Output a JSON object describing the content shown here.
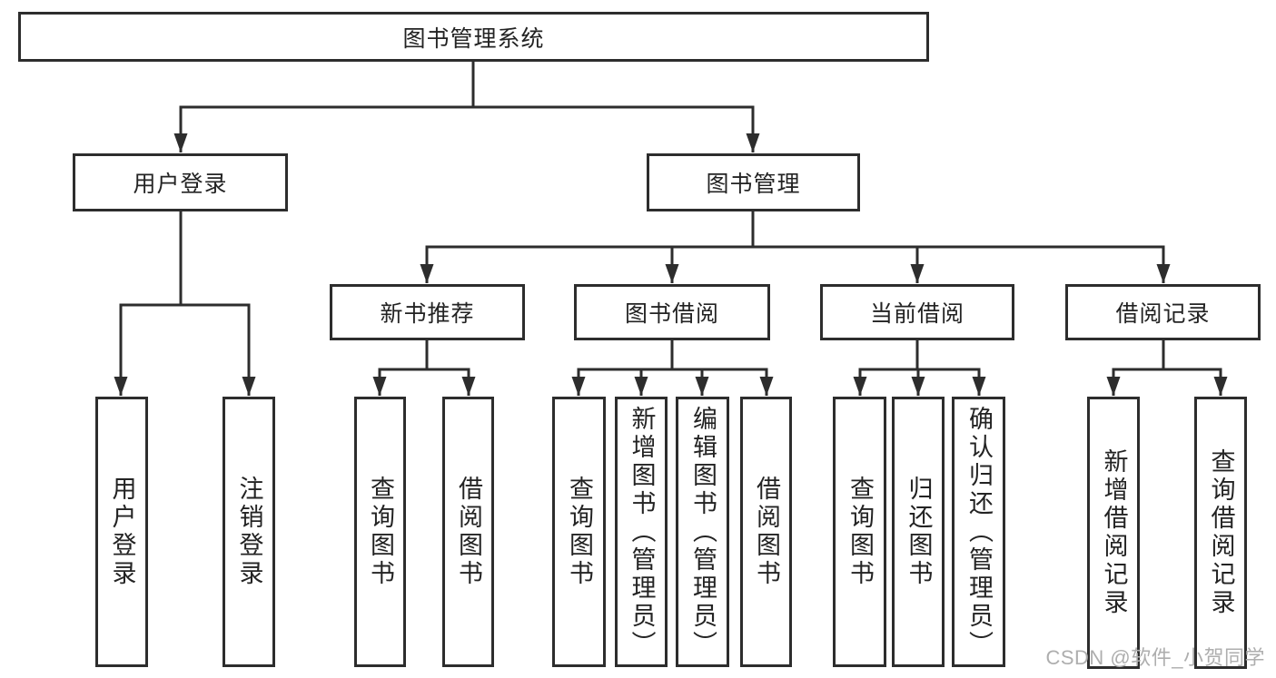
{
  "diagram": {
    "nodes": {
      "root": "图书管理系统",
      "user_login": "用户登录",
      "book_management": "图书管理",
      "new_book_recommend": "新书推荐",
      "book_borrow": "图书借阅",
      "current_borrow": "当前借阅",
      "borrow_records": "借阅记录",
      "leaf_user_login": "用户登录",
      "leaf_logout_login": "注销登录",
      "leaf_nb_query_books": "查询图书",
      "leaf_nb_borrow_books": "借阅图书",
      "leaf_bb_query_books": "查询图书",
      "leaf_bb_add_books": "新增图书（管理员）",
      "leaf_bb_edit_books": "编辑图书（管理员）",
      "leaf_bb_borrow_books": "借阅图书",
      "leaf_cb_query_books": "查询图书",
      "leaf_cb_return_books": "归还图书",
      "leaf_cb_confirm_return": "确认归还（管理员）",
      "leaf_br_add_record": "新增借阅记录",
      "leaf_br_query_record": "查询借阅记录"
    },
    "watermark": "CSDN @软件_小贺同学",
    "colors": {
      "line": "#2d2d2d",
      "text": "#232323",
      "watermark": "#aeaeae",
      "background": "#ffffff"
    }
  }
}
